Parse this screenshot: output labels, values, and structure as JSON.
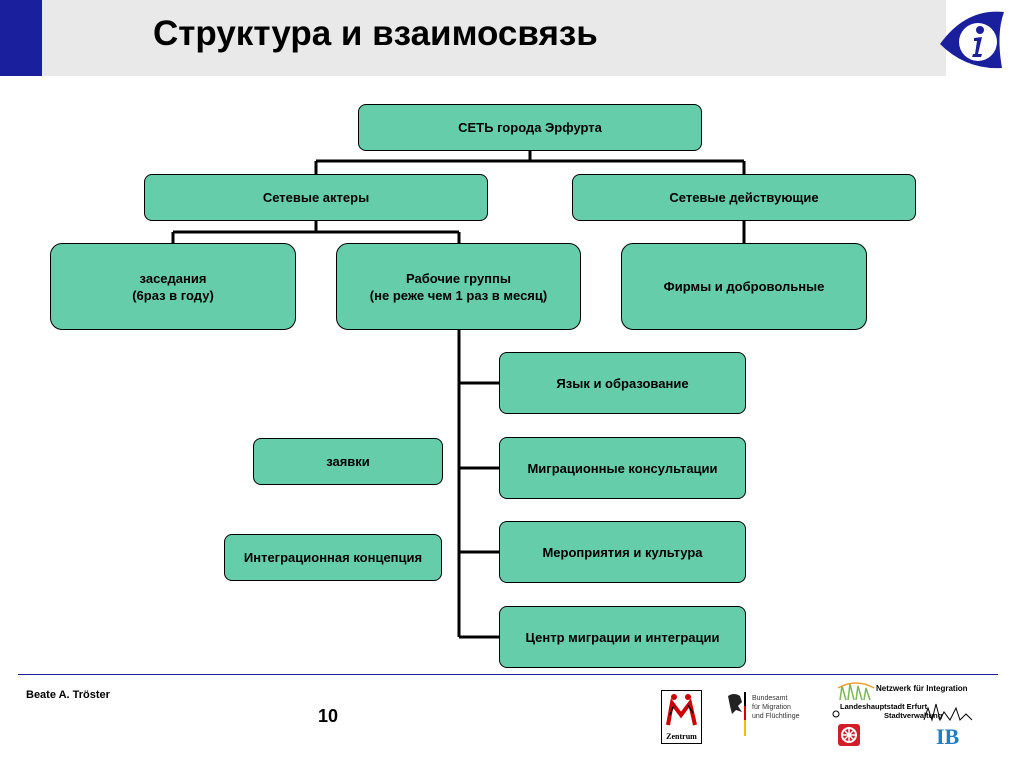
{
  "header": {
    "title": "Структура и взаимосвязь",
    "logo_icon": "info-icon",
    "accent_color": "#1a1f9e"
  },
  "diagram": {
    "node_color": "#66cdaa",
    "nodes": {
      "root": "СЕТЬ города Эрфурта",
      "actors": "Сетевые актеры",
      "participants": "Сетевые действующие",
      "meetings": "заседания\n(6раз в году)",
      "workgroups": "Рабочие группы\n(не реже чем 1 раз в месяц)",
      "firms": "Фирмы и добровольные",
      "language": "Язык и образование",
      "migration_consult": "Миграционные консультации",
      "events": "Мероприятия и культура",
      "center": "Центр миграции и интеграции",
      "requests": "заявки",
      "concept": "Интеграционная концепция"
    }
  },
  "footer": {
    "author": "Beate A. Tröster",
    "page_number": "10",
    "logos": {
      "m_zentrum": "Zentrum",
      "bamf": "Bundesamt\nfür Migration\nund Flüchtlinge",
      "network": "Netzwerk für Integration",
      "city_line1": "Landeshauptstadt Erfurt",
      "city_line2": "Stadtverwaltung",
      "ib": "IB"
    }
  }
}
